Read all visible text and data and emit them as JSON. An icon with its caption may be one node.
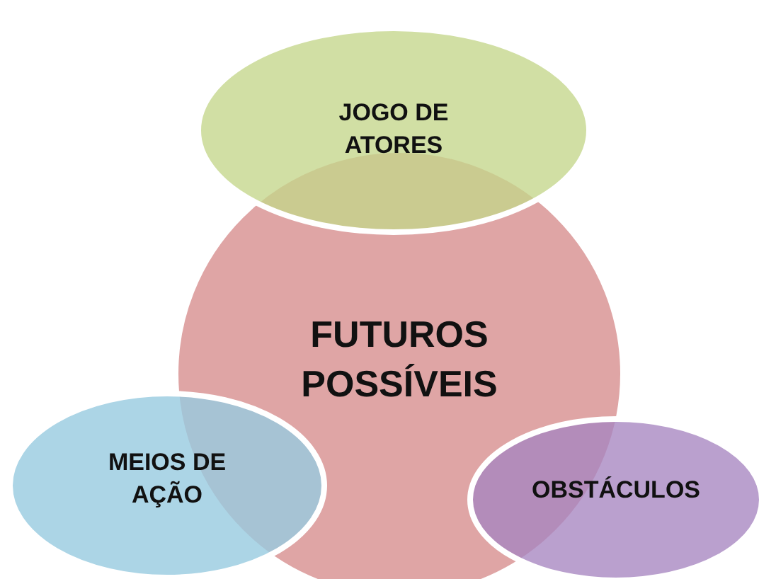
{
  "diagram": {
    "nodes": [
      {
        "text": [
          "JOGO DE ATORES"
        ]
      },
      {
        "text": [
          "FUTUROS POSSÍVEIS"
        ]
      },
      {
        "text": [
          "MEIOS DE AÇÃO"
        ]
      },
      {
        "text": [
          "OBSTÁCULOS"
        ]
      }
    ],
    "edges": []
  }
}
